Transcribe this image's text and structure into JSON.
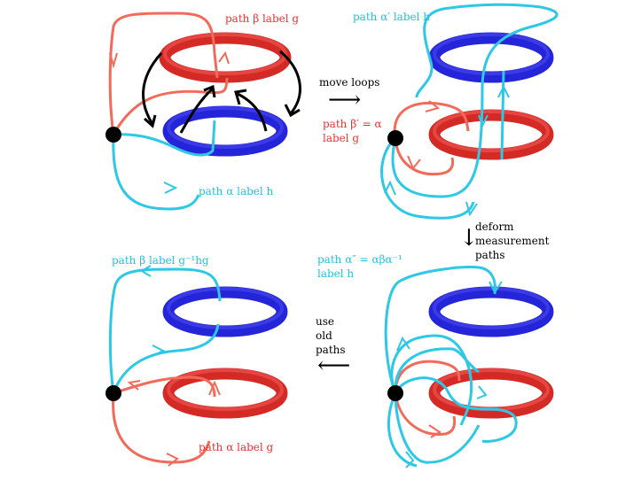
{
  "colors": {
    "red_ring": "#d42a26",
    "blue_ring": "#2424d8",
    "red_path": "#f26b5a",
    "cyan_path": "#2cc8e6",
    "red_text": "#e8332f",
    "cyan_text": "#22c0e0",
    "point": "#000000"
  },
  "panels": {
    "top_left": {
      "label_beta": "path β label g",
      "label_alpha": "path α label h"
    },
    "top_right": {
      "label_alpha": "path α′ label h",
      "label_beta_line1": "path β′ = α",
      "label_beta_line2": "label g"
    },
    "bottom_right": {
      "label_alpha_line1": "path α″ = αβα⁻¹",
      "label_alpha_line2": "label h"
    },
    "bottom_left": {
      "label_beta": "path β label g⁻¹hg",
      "label_alpha": "path α label g"
    }
  },
  "transitions": {
    "move": {
      "line1": "move loops",
      "arrow": "⟶"
    },
    "deform": {
      "arrow": "↓",
      "line1": "deform",
      "line2": "measurement",
      "line3": "paths"
    },
    "use_old": {
      "line1": "use",
      "line2": "old",
      "line3": "paths",
      "arrow": "⟵"
    }
  }
}
